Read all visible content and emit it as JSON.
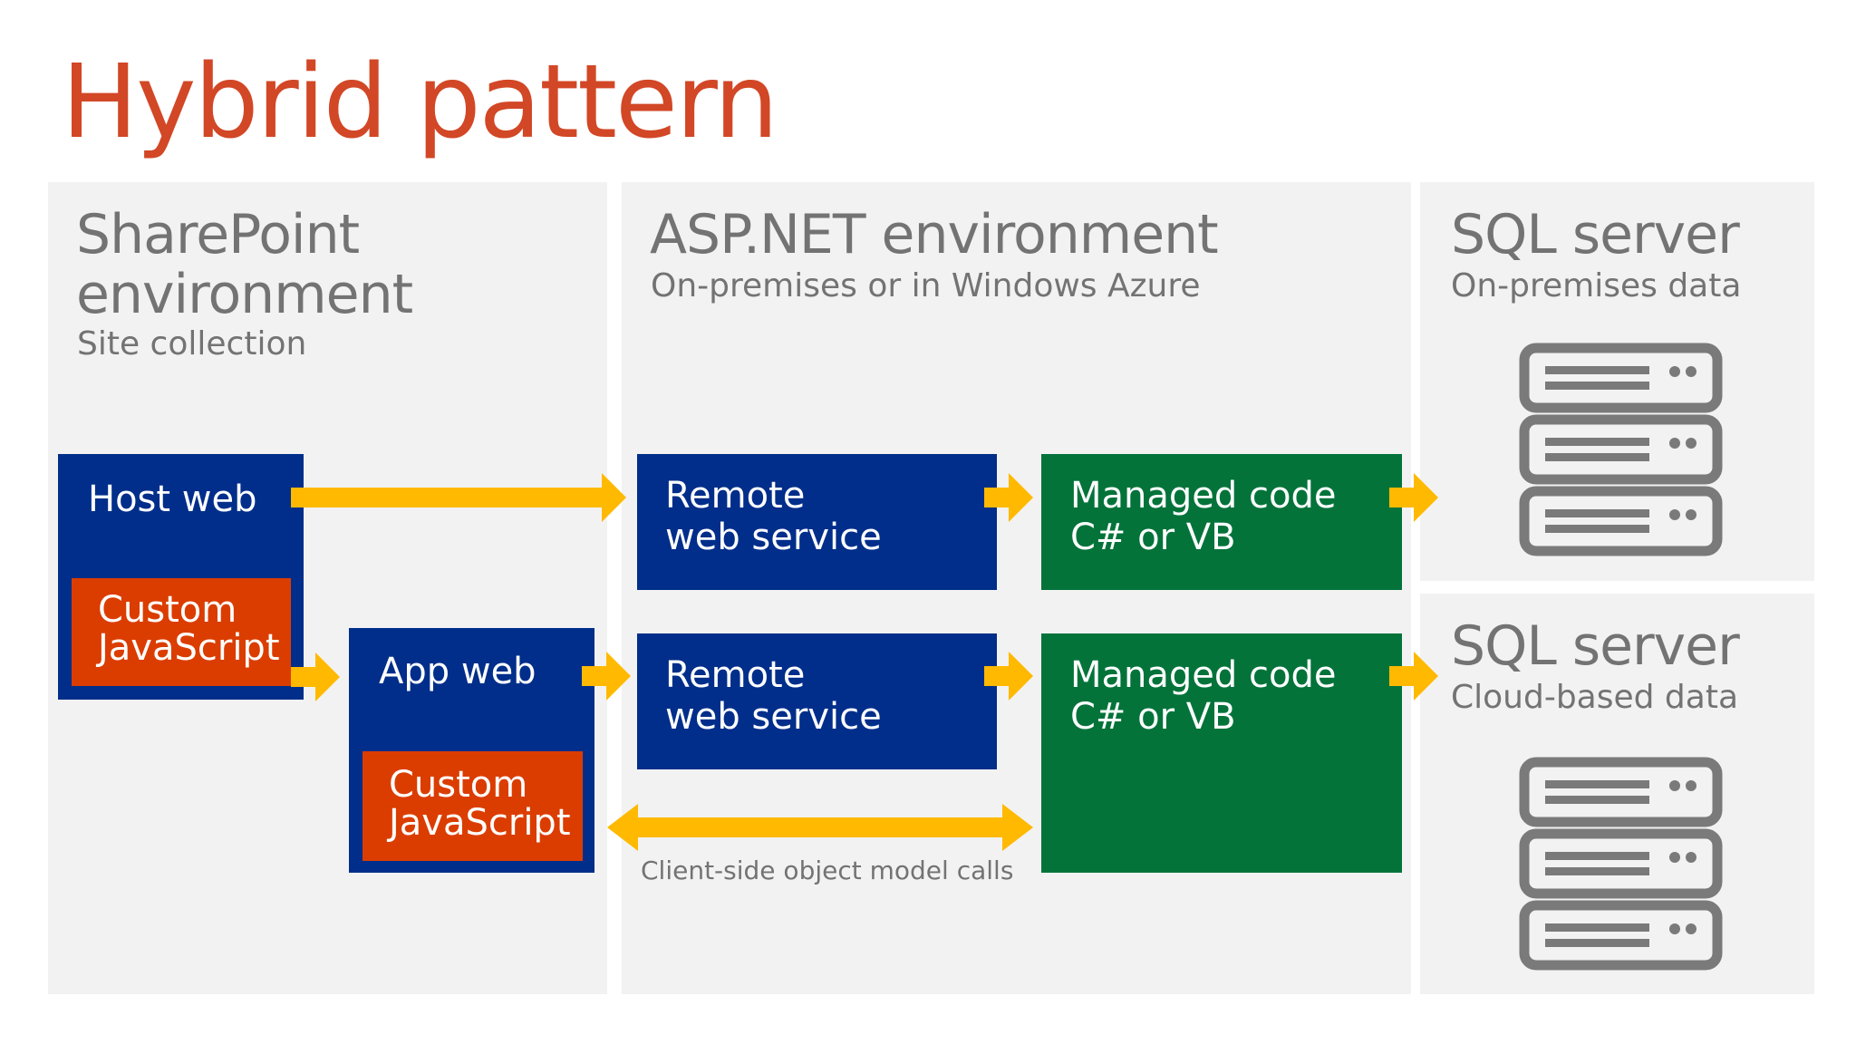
{
  "title": "Hybrid pattern",
  "colors": {
    "title": "#D24726",
    "panel_bg": "#F2F2F2",
    "panel_text": "#737373",
    "blue_box": "#002E8A",
    "green_box": "#03733A",
    "orange_box": "#DB3D00",
    "arrow": "#FFB900",
    "server_icon": "#7A7A7A"
  },
  "sharepoint": {
    "title": "SharePoint\nenvironment",
    "subtitle": "Site collection",
    "host_web": {
      "label": "Host web",
      "custom_js": "Custom\nJavaScript"
    },
    "app_web": {
      "label": "App web",
      "custom_js": "Custom\nJavaScript"
    }
  },
  "aspnet": {
    "title": "ASP.NET environment",
    "subtitle": "On-premises or in Windows Azure",
    "remote_service_top": "Remote\nweb service",
    "remote_service_bottom": "Remote\nweb service",
    "managed_code_top": "Managed code\nC# or VB",
    "managed_code_bottom": "Managed code\nC# or VB",
    "csom_caption": "Client-side object model calls"
  },
  "sql_onprem": {
    "title": "SQL server",
    "subtitle": "On-premises data",
    "icon": "server-stack-icon"
  },
  "sql_cloud": {
    "title": "SQL server",
    "subtitle": "Cloud-based data",
    "icon": "server-stack-icon"
  }
}
